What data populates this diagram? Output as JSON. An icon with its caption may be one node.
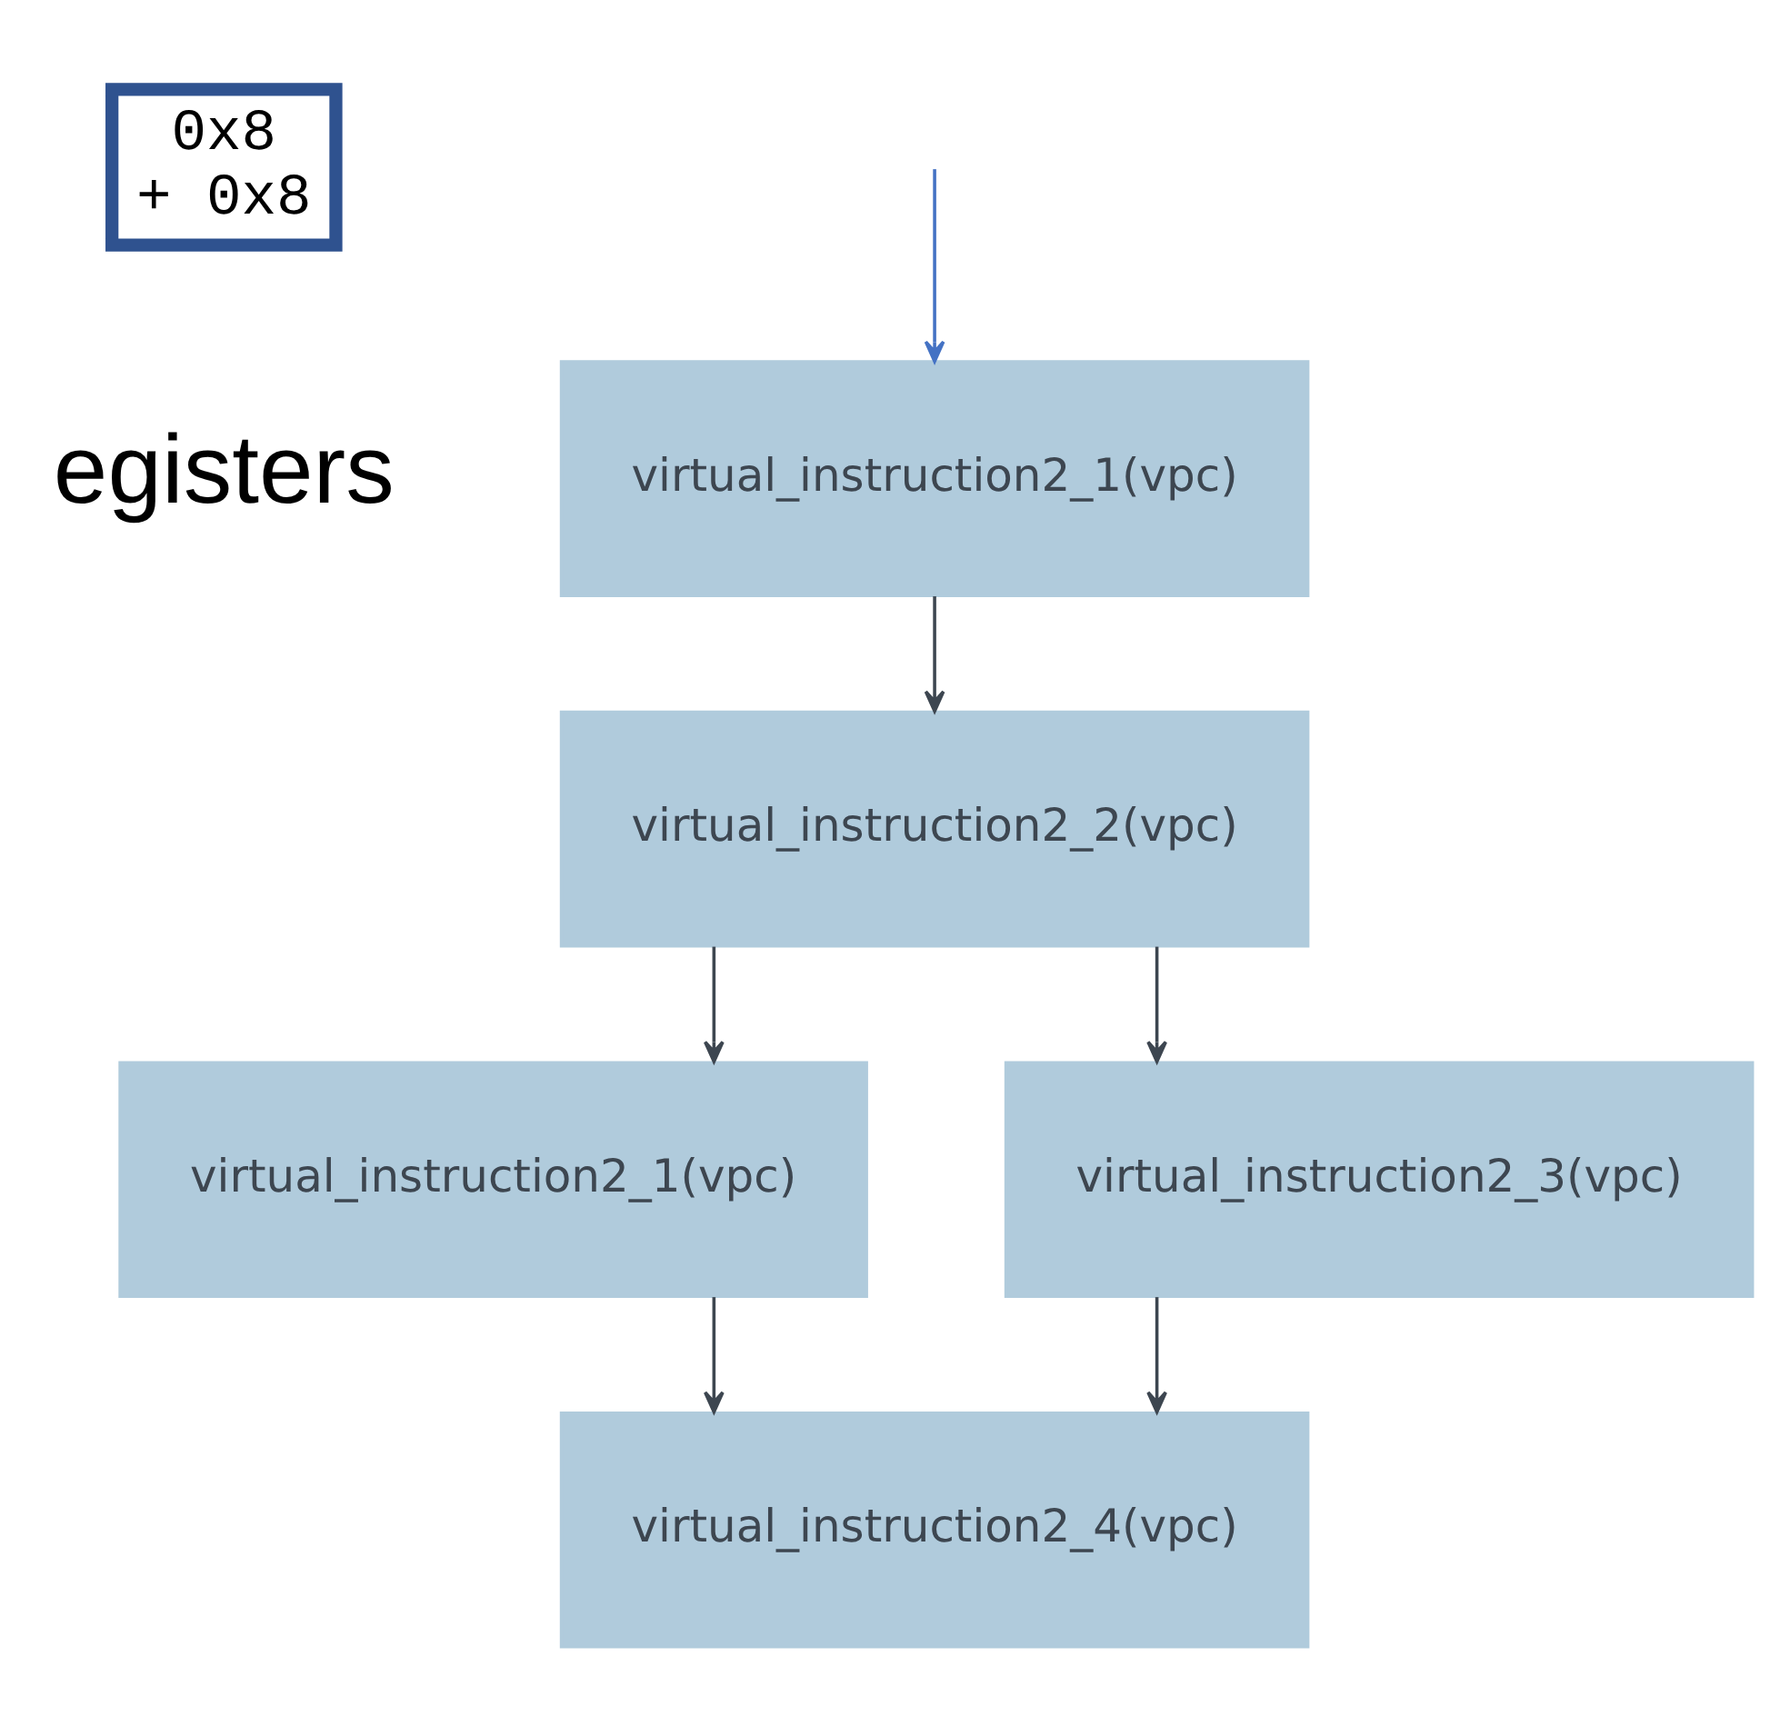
{
  "diagram": {
    "nodes": [
      {
        "text": [
          "0x8",
          "+ 0x8"
        ]
      },
      {
        "text": [
          "virtual_instruction2_1(vpc)"
        ]
      },
      {
        "text": [
          "virtual_instruction2_2(vpc)"
        ]
      },
      {
        "text": [
          "virtual_instruction2_1(vpc)"
        ]
      },
      {
        "text": [
          "virtual_instruction2_3(vpc)"
        ]
      },
      {
        "text": [
          "virtual_instruction2_4(vpc)"
        ]
      }
    ],
    "edges": [
      {
        "from": null,
        "to": 1,
        "arrow": "to",
        "color": "#4472c4"
      },
      {
        "from": 1,
        "to": 2,
        "arrow": "to"
      },
      {
        "from": 2,
        "to": 3,
        "arrow": "to"
      },
      {
        "from": 2,
        "to": 4,
        "arrow": "to"
      },
      {
        "from": 3,
        "to": 5,
        "arrow": "to"
      },
      {
        "from": 4,
        "to": 5,
        "arrow": "to"
      }
    ],
    "labels": [
      "egisters"
    ]
  }
}
